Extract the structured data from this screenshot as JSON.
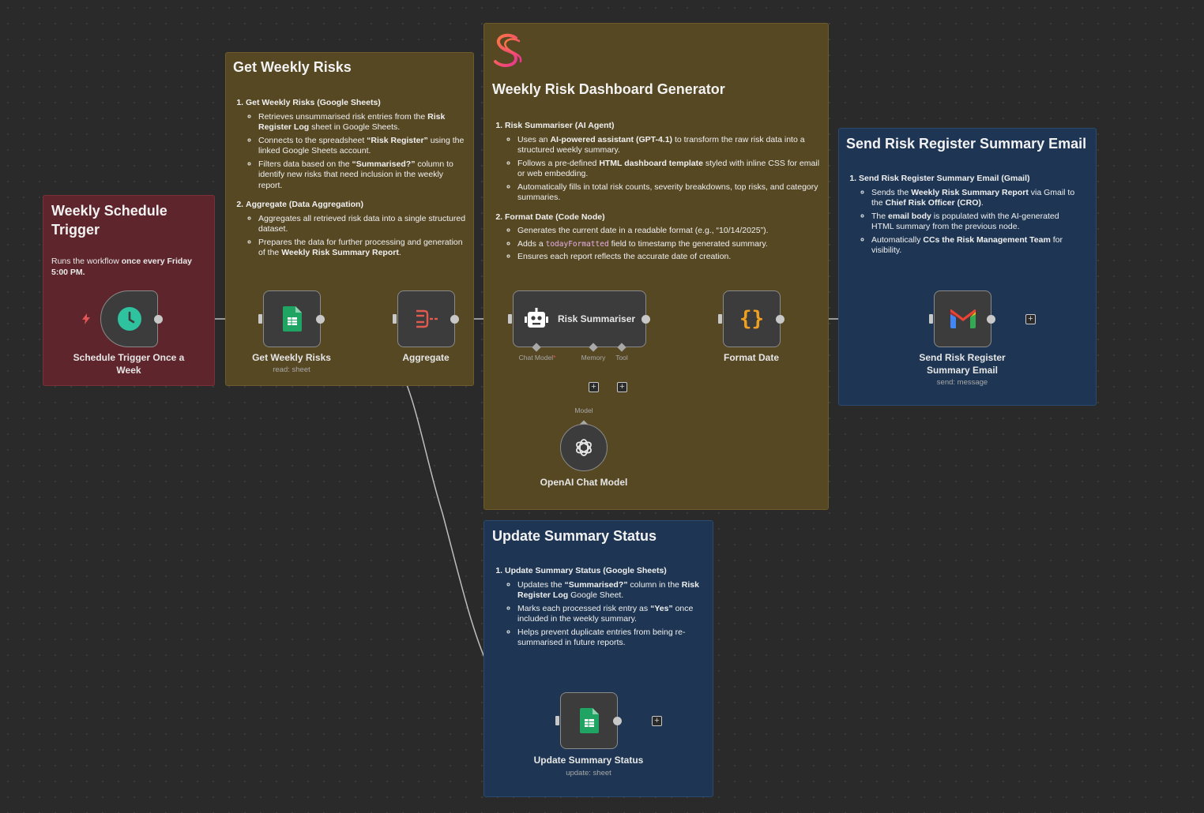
{
  "notes": {
    "trigger": {
      "title": "Weekly Schedule Trigger",
      "text_before": "Runs the workflow ",
      "text_bold": "once every Friday 5:00 PM."
    },
    "get_risks": {
      "title": "Get Weekly Risks",
      "s1_title": "Get Weekly Risks (Google Sheets)",
      "s1_b1": [
        "Retrieves unsummarised risk entries from the ",
        "Risk Register Log",
        " sheet in Google Sheets."
      ],
      "s1_b2": [
        "Connects to the spreadsheet ",
        "“Risk Register”",
        " using the linked Google Sheets account."
      ],
      "s1_b3": [
        "Filters data based on the ",
        "“Summarised?”",
        " column to identify new risks that need inclusion in the weekly report."
      ],
      "s2_title": "Aggregate (Data Aggregation)",
      "s2_b1": "Aggregates all retrieved risk data into a single structured dataset.",
      "s2_b2": [
        "Prepares the data for further processing and generation of the ",
        "Weekly Risk Summary Report",
        "."
      ]
    },
    "dashboard": {
      "title": "Weekly Risk Dashboard Generator",
      "s1_title": "Risk Summariser (AI Agent)",
      "s1_b1": [
        "Uses an ",
        "AI-powered assistant (GPT-4.1)",
        " to transform the raw risk data into a structured weekly summary."
      ],
      "s1_b2": [
        "Follows a pre-defined ",
        "HTML dashboard template",
        " styled with inline CSS for email or web embedding."
      ],
      "s1_b3": "Automatically fills in total risk counts, severity breakdowns, top risks, and category summaries.",
      "s2_title": "Format Date (Code Node)",
      "s2_b1": "Generates the current date in a readable format (e.g., “10/14/2025”).",
      "s2_b2": [
        "Adds a ",
        "todayFormatted",
        " field to timestamp the generated summary."
      ],
      "s2_b3": "Ensures each report reflects the accurate date of creation."
    },
    "send_email": {
      "title": "Send Risk Register Summary Email",
      "s1_title": "Send Risk Register Summary Email (Gmail)",
      "s1_b1": [
        "Sends the ",
        "Weekly Risk Summary Report",
        " via Gmail to the ",
        "Chief Risk Officer (CRO)",
        "."
      ],
      "s1_b2": [
        "The ",
        "email body",
        " is populated with the AI-generated HTML summary from the previous node."
      ],
      "s1_b3": [
        "Automatically ",
        "CCs the Risk Management Team",
        " for visibility."
      ]
    },
    "update_status": {
      "title": "Update Summary Status",
      "s1_title": "Update Summary Status (Google Sheets)",
      "s1_b1": [
        "Updates the ",
        "“Summarised?”",
        " column in the ",
        "Risk Register Log",
        " Google Sheet."
      ],
      "s1_b2": [
        "Marks each processed risk entry as ",
        "“Yes”",
        " once included in the weekly summary."
      ],
      "s1_b3": "Helps prevent duplicate entries from being re-summarised in future reports."
    }
  },
  "nodes": {
    "schedule": {
      "label": "Schedule Trigger Once a Week",
      "icon": "clock-icon"
    },
    "get_risks": {
      "label": "Get Weekly Risks",
      "sub": "read: sheet",
      "icon": "google-sheets-icon"
    },
    "aggregate": {
      "label": "Aggregate",
      "icon": "aggregate-icon"
    },
    "risk_summariser": {
      "label": "Risk Summariser",
      "icon": "robot-icon",
      "port_chat_model": "Chat Model",
      "port_required": "*",
      "port_memory": "Memory",
      "port_tool": "Tool"
    },
    "format_date": {
      "label": "Format Date",
      "icon": "code-braces-icon"
    },
    "openai": {
      "label": "OpenAI Chat Model",
      "port_model": "Model",
      "icon": "openai-icon"
    },
    "send_email": {
      "label": "Send Risk Register Summary Email",
      "sub": "send: message",
      "icon": "gmail-icon"
    },
    "update_status": {
      "label": "Update Summary Status",
      "sub": "update: sheet",
      "icon": "google-sheets-icon"
    }
  },
  "colors": {
    "note_red": "#5e262c",
    "note_olive": "#574824",
    "note_blue": "#1e3653",
    "sheets_green": "#1fa463",
    "clock_teal": "#2fc29f",
    "code_orange": "#f0a020",
    "aggregate_red": "#e05a50"
  }
}
